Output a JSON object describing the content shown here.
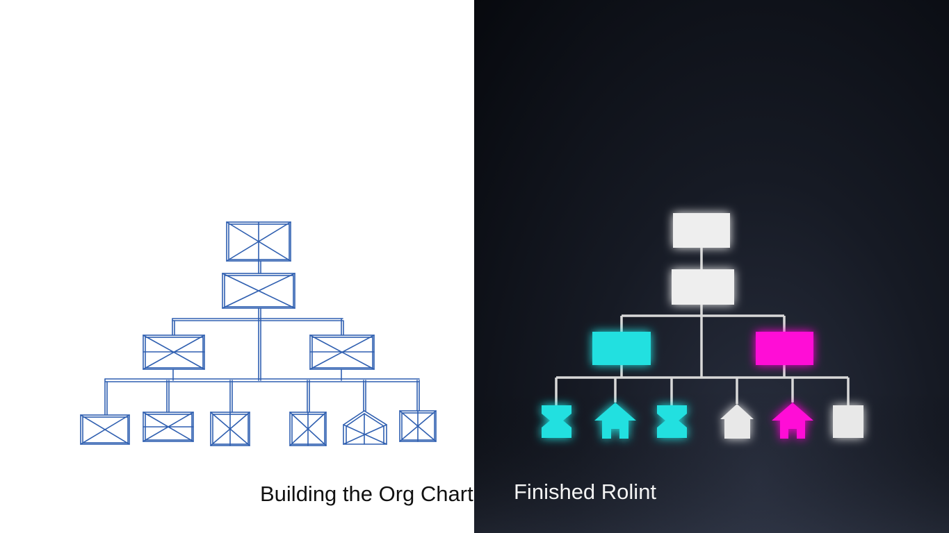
{
  "captions": {
    "sketch": "Building the Org Chart",
    "finished": "Finished Rolint"
  },
  "colors": {
    "sketch_stroke": "#2f5fb0",
    "node_white": "#eeeeee",
    "node_cyan": "#22e0e0",
    "node_magenta": "#ff10d6",
    "connector_light": "#d8d8d8"
  },
  "sketch_chart": {
    "style": "hand-drawn blueprint boxes with X crosses",
    "levels": [
      [
        "box"
      ],
      [
        "box"
      ],
      [
        "box",
        "box"
      ],
      [
        "box",
        "box",
        "box",
        "box",
        "house",
        "box"
      ]
    ]
  },
  "finished_chart": {
    "style": "glowing 3D blocks",
    "levels": [
      [
        {
          "shape": "block",
          "color": "white"
        }
      ],
      [
        {
          "shape": "block",
          "color": "white"
        }
      ],
      [
        {
          "shape": "block",
          "color": "cyan"
        },
        {
          "shape": "block",
          "color": "magenta"
        }
      ],
      [
        {
          "shape": "hourglass",
          "color": "cyan"
        },
        {
          "shape": "house",
          "color": "cyan"
        },
        {
          "shape": "hourglass",
          "color": "cyan"
        },
        {
          "shape": "house",
          "color": "white"
        },
        {
          "shape": "house",
          "color": "magenta"
        },
        {
          "shape": "block",
          "color": "white"
        }
      ]
    ]
  }
}
